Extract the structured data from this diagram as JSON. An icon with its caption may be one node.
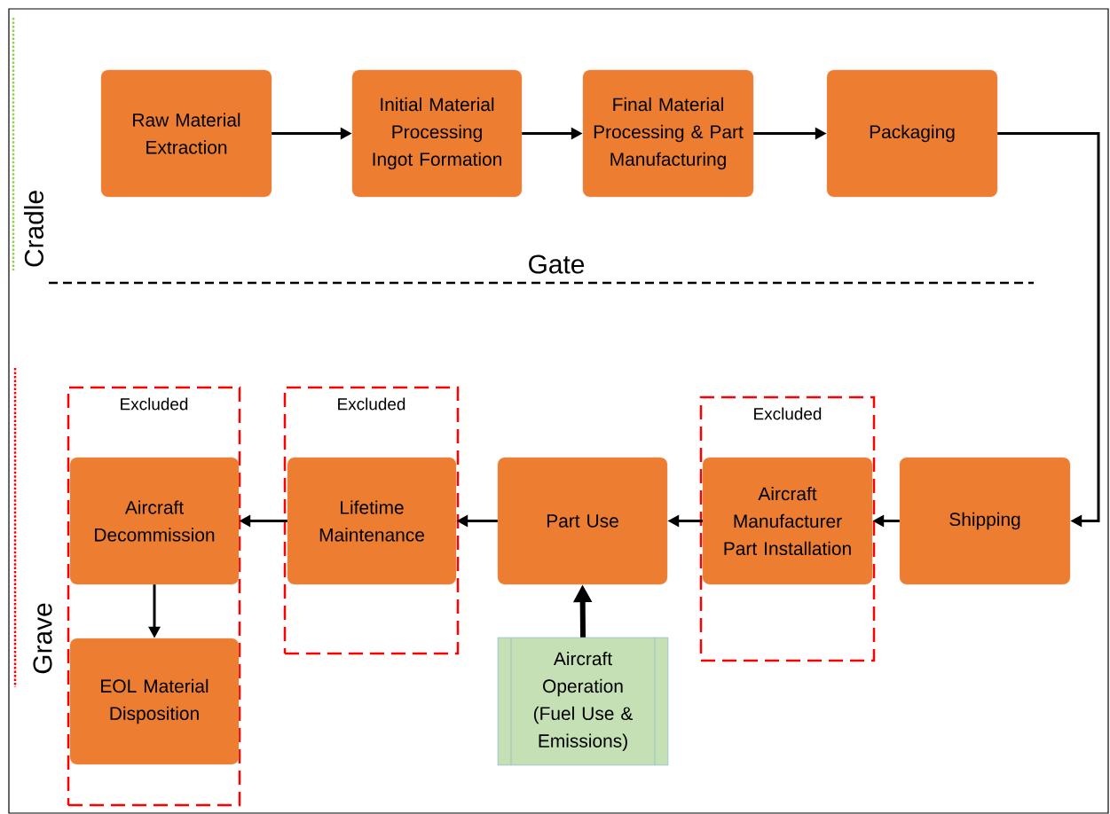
{
  "diagram": {
    "nodes": [
      {
        "text": [
          "Raw Material Extraction"
        ]
      },
      {
        "text": [
          "Initial Material Processing Ingot Formation"
        ]
      },
      {
        "text": [
          "Final Material Processing & Part Manufacturing"
        ]
      },
      {
        "text": [
          "Packaging"
        ]
      },
      {
        "text": [
          "Excluded"
        ]
      },
      {
        "text": [
          "Aircraft Decommission"
        ],
        "in": 4
      },
      {
        "text": [
          "EOL Material Disposition"
        ],
        "in": 4
      },
      {
        "text": [
          "Excluded"
        ]
      },
      {
        "text": [
          "Lifetime Maintenance"
        ],
        "in": 7
      },
      {
        "text": [
          "Part Use"
        ]
      },
      {
        "text": [
          "Excluded"
        ]
      },
      {
        "text": [
          "Aircraft Manufacturer Part Installation"
        ],
        "in": 10
      },
      {
        "text": [
          "Shipping"
        ]
      },
      {
        "text": [
          "Aircraft Operation (Fuel Use & Emissions)"
        ]
      }
    ],
    "edges": [
      {
        "from": 0,
        "to": 1,
        "arrow": "to"
      },
      {
        "from": 1,
        "to": 2,
        "arrow": "to"
      },
      {
        "from": 2,
        "to": 3,
        "arrow": "to"
      },
      {
        "from": 3,
        "to": 12,
        "arrow": "to"
      },
      {
        "from": 12,
        "to": 11,
        "arrow": "to"
      },
      {
        "from": 11,
        "to": 9,
        "arrow": "to"
      },
      {
        "from": 9,
        "to": 8,
        "arrow": "to"
      },
      {
        "from": 8,
        "to": 5,
        "arrow": "to"
      },
      {
        "from": 5,
        "to": 6,
        "arrow": "to"
      },
      {
        "from": 13,
        "to": 9,
        "arrow": "to",
        "style": "thick"
      }
    ],
    "labels": [
      "Cradle",
      "Gate",
      "Grave"
    ]
  }
}
